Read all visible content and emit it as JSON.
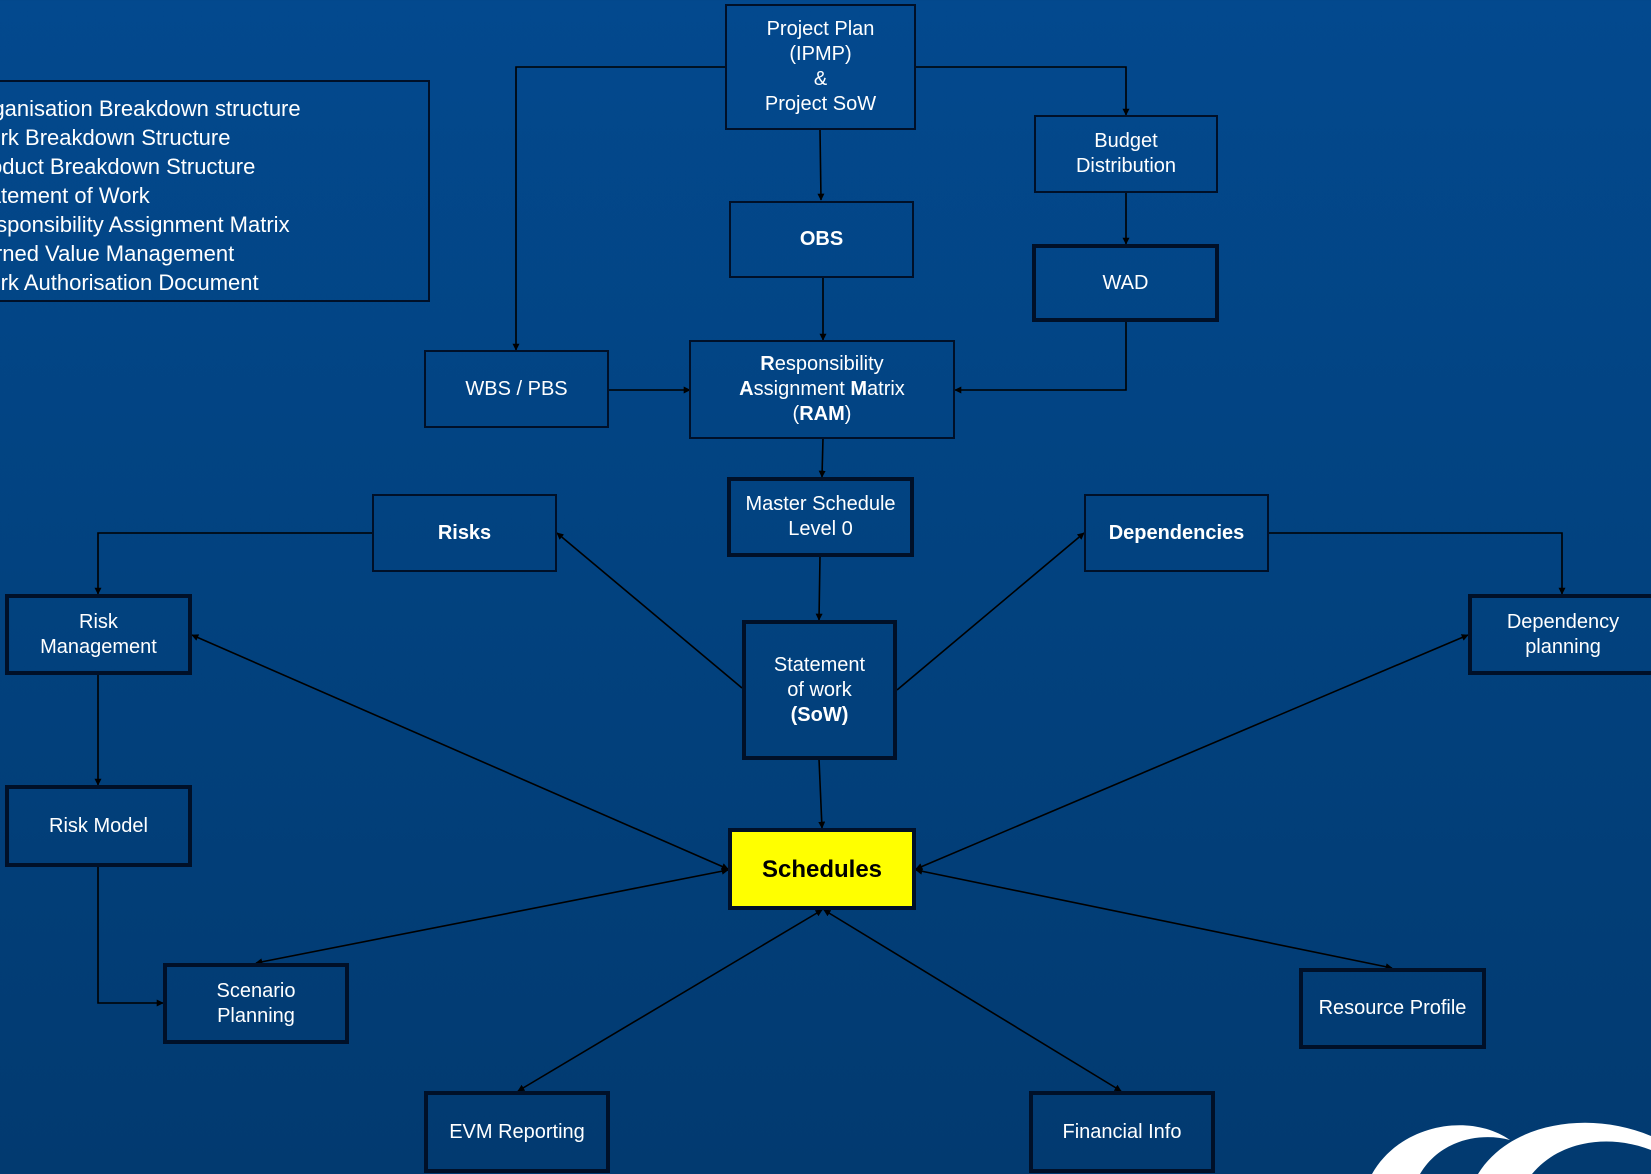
{
  "legend": {
    "items": [
      "Organisation Breakdown structure",
      "Work Breakdown Structure",
      "Product Breakdown Structure",
      "Statement of Work",
      "Responsibility Assignment Matrix",
      "Earned Value Management",
      "Work Authorisation Document"
    ]
  },
  "nodes": {
    "project_plan": [
      "Project Plan",
      "(IPMP)",
      "&",
      "Project SoW"
    ],
    "budget": [
      "Budget",
      "Distribution"
    ],
    "obs": "OBS",
    "wad": "WAD",
    "wbs": "WBS / PBS",
    "ram": {
      "line1_initial": "R",
      "line1_rest": "esponsibility",
      "line2_initial_a": "A",
      "line2_mid": "ssignment ",
      "line2_initial_m": "M",
      "line2_rest": "atrix",
      "line3_open": "(",
      "line3_bold": "RAM",
      "line3_close": ")"
    },
    "master_schedule": [
      "Master Schedule",
      "Level 0"
    ],
    "risks": "Risks",
    "dependencies": "Dependencies",
    "risk_management": [
      "Risk",
      "Management"
    ],
    "dependency_planning": [
      "Dependency",
      "planning"
    ],
    "sow": [
      "Statement",
      "of work",
      "(SoW)"
    ],
    "risk_model": "Risk Model",
    "schedules": "Schedules",
    "scenario_planning": [
      "Scenario",
      "Planning"
    ],
    "resource_profile": "Resource Profile",
    "evm_reporting": "EVM Reporting",
    "financial_info": "Financial Info"
  },
  "colors": {
    "background_top": "#03498e",
    "background_bottom": "#023a70",
    "border": "#001028",
    "highlight": "#ffff00"
  }
}
